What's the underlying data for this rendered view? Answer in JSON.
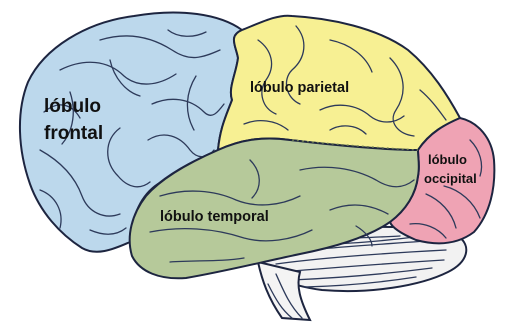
{
  "labels": {
    "frontal_line1": "lóbulo",
    "frontal_line2": "frontal",
    "parietal": "lóbulo parietal",
    "occipital_line1": "lóbulo",
    "occipital_line2": "occipital",
    "temporal": "lóbulo temporal"
  },
  "colors": {
    "frontal": "#bcd8ec",
    "parietal": "#f7f093",
    "occipital": "#efa3b4",
    "temporal": "#b6c99a",
    "cerebellum": "#f2f2f2",
    "outline": "#1d2540"
  }
}
